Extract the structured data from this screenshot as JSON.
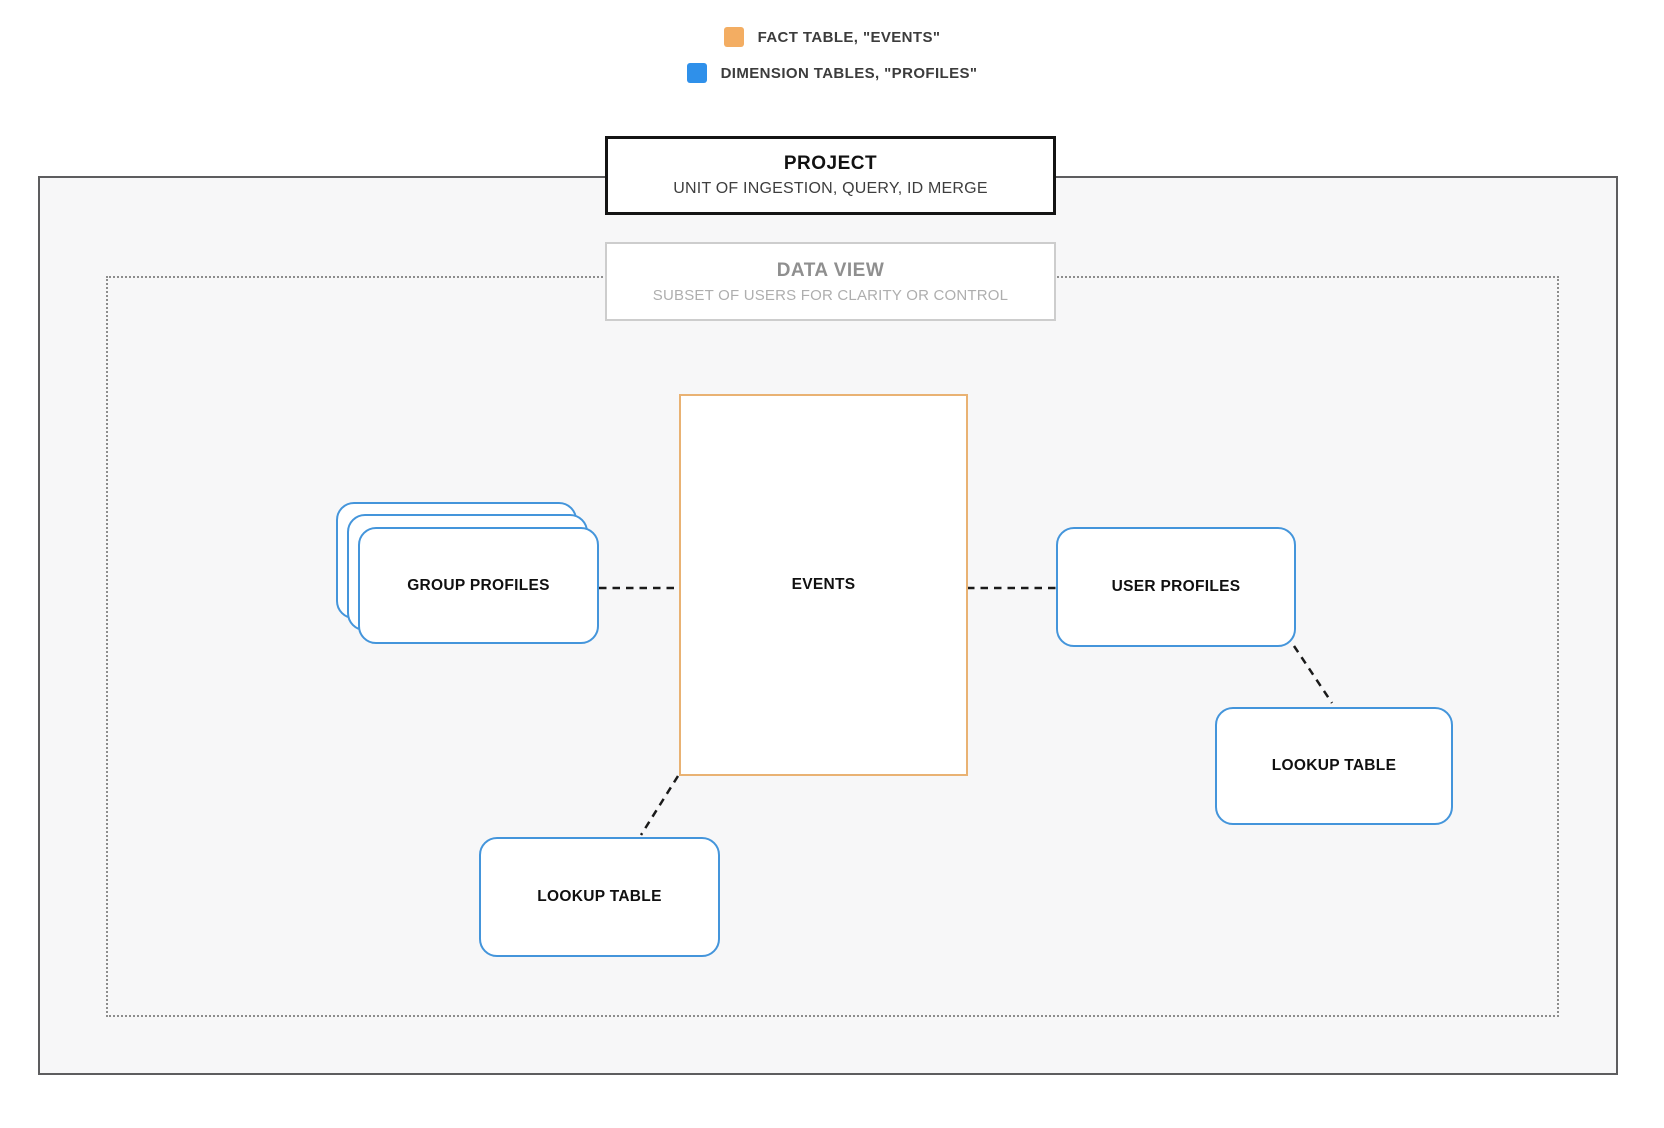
{
  "colors": {
    "fact_swatch": "#F3AD62",
    "dimension_swatch": "#2F90EA",
    "fact_border": "#E9B273",
    "dimension_border": "#4495DB",
    "connector": "#1A1A1A"
  },
  "legend": {
    "items": [
      {
        "label": "FACT TABLE, \"EVENTS\"",
        "swatch_color": "fact_swatch"
      },
      {
        "label": "DIMENSION TABLES, \"PROFILES\"",
        "swatch_color": "dimension_swatch"
      }
    ]
  },
  "project": {
    "title": "PROJECT",
    "subtitle": "UNIT OF INGESTION, QUERY, ID MERGE"
  },
  "data_view": {
    "title": "DATA VIEW",
    "subtitle": "SUBSET OF USERS FOR CLARITY OR CONTROL"
  },
  "nodes": {
    "events": {
      "label": "EVENTS",
      "type": "fact"
    },
    "group_profiles": {
      "label": "GROUP PROFILES",
      "type": "dimension",
      "stacked": true
    },
    "user_profiles": {
      "label": "USER PROFILES",
      "type": "dimension"
    },
    "lookup_table_bottom": {
      "label": "LOOKUP TABLE",
      "type": "dimension"
    },
    "lookup_table_right": {
      "label": "LOOKUP TABLE",
      "type": "dimension"
    }
  },
  "edges": [
    {
      "from": "group_profiles",
      "to": "events",
      "style": "dashed"
    },
    {
      "from": "events",
      "to": "user_profiles",
      "style": "dashed"
    },
    {
      "from": "user_profiles",
      "to": "lookup_table_right",
      "style": "dashed"
    },
    {
      "from": "events",
      "to": "lookup_table_bottom",
      "style": "dashed"
    }
  ]
}
